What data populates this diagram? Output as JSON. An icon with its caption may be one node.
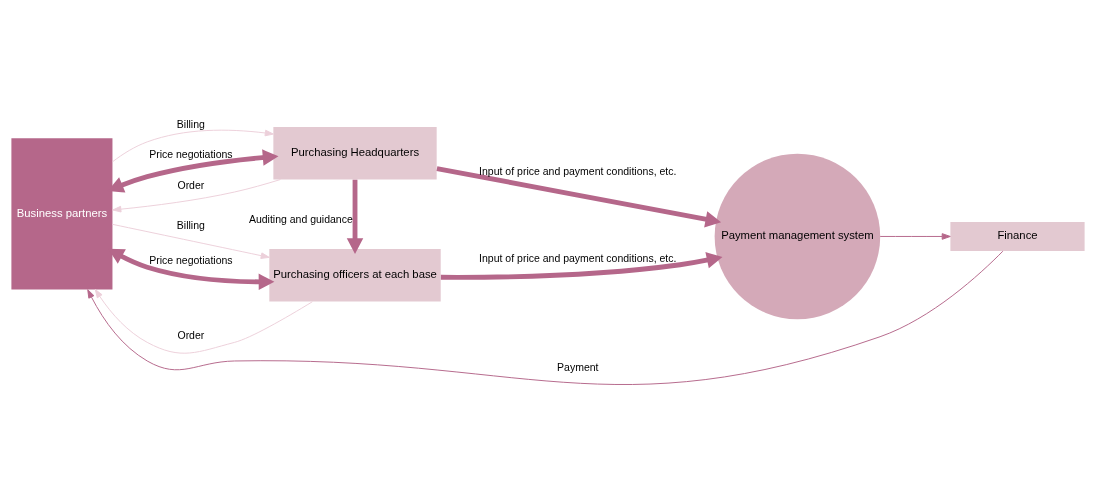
{
  "diagram": {
    "nodes": [
      {
        "text": [
          "Business partners"
        ]
      },
      {
        "text": [
          "Purchasing Headquarters"
        ]
      },
      {
        "text": [
          "Purchasing officers at each base"
        ]
      },
      {
        "text": [
          "Payment management system"
        ]
      },
      {
        "text": [
          "Finance"
        ]
      }
    ],
    "edges": [
      {
        "from": 1,
        "to": 0,
        "arrow": "both",
        "label": "Price negotiations",
        "style": "thick"
      },
      {
        "from": 1,
        "to": 0,
        "arrow": "to",
        "label": "Order",
        "color": "#ecd0da"
      },
      {
        "from": 0,
        "to": 1,
        "arrow": "to",
        "label": "Billing",
        "color": "#ecd0da"
      },
      {
        "from": 1,
        "to": 2,
        "arrow": "to",
        "label": "Auditing and guidance",
        "style": "thick"
      },
      {
        "from": 2,
        "to": 0,
        "arrow": "to",
        "label": "Order",
        "color": "#ecd0da"
      },
      {
        "from": 0,
        "to": 2,
        "arrow": "to",
        "label": "Billing",
        "color": "#ecd0da"
      },
      {
        "from": 0,
        "to": 2,
        "arrow": "both",
        "label": "Price negotiations",
        "style": "thick"
      },
      {
        "from": 1,
        "to": 3,
        "arrow": "to",
        "label": "Input of price and payment conditions, etc.",
        "style": "thick"
      },
      {
        "from": 2,
        "to": 3,
        "arrow": "to",
        "label": "Input of price and payment conditions, etc.",
        "style": "thick"
      },
      {
        "from": 3,
        "to": 4,
        "arrow": "to"
      },
      {
        "from": 4,
        "to": 0,
        "arrow": "to",
        "label": "Payment"
      }
    ]
  }
}
